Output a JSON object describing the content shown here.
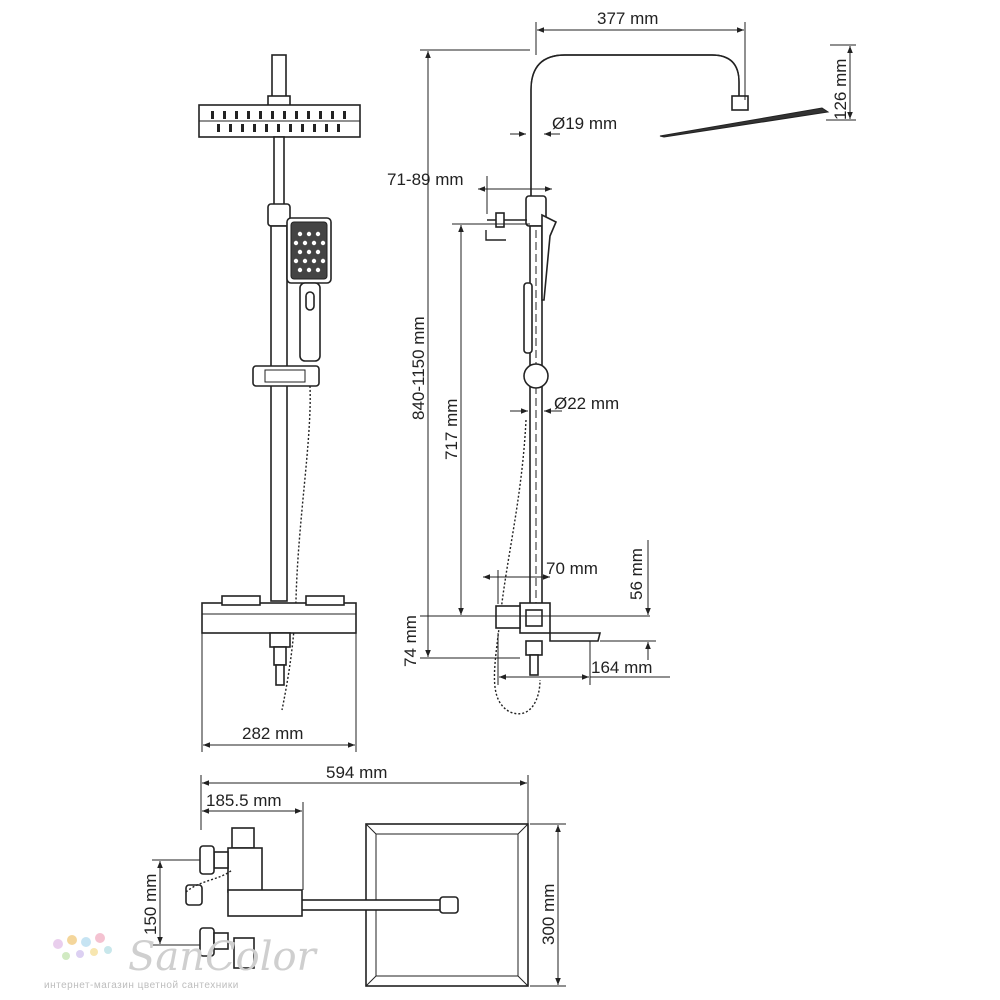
{
  "dimensions": {
    "arm_length": "377 mm",
    "head_height": "126 mm",
    "pipe_top_diameter": "Ø19 mm",
    "wall_offset": "71-89 mm",
    "total_height": "840-1150 mm",
    "rail_height": "717 mm",
    "pipe_bottom_diameter": "Ø22 mm",
    "mixer_offset": "70 mm",
    "mixer_height_top": "56 mm",
    "mixer_height_bottom": "74 mm",
    "spout_length": "164 mm",
    "mixer_width": "282 mm",
    "plan_total_width": "594 mm",
    "plan_mixer_depth": "185.5 mm",
    "plan_mixer_span": "150 mm",
    "head_size": "300 mm"
  },
  "watermark": {
    "name": "SanColor",
    "tagline": "интернет-магазин цветной сантехники"
  }
}
